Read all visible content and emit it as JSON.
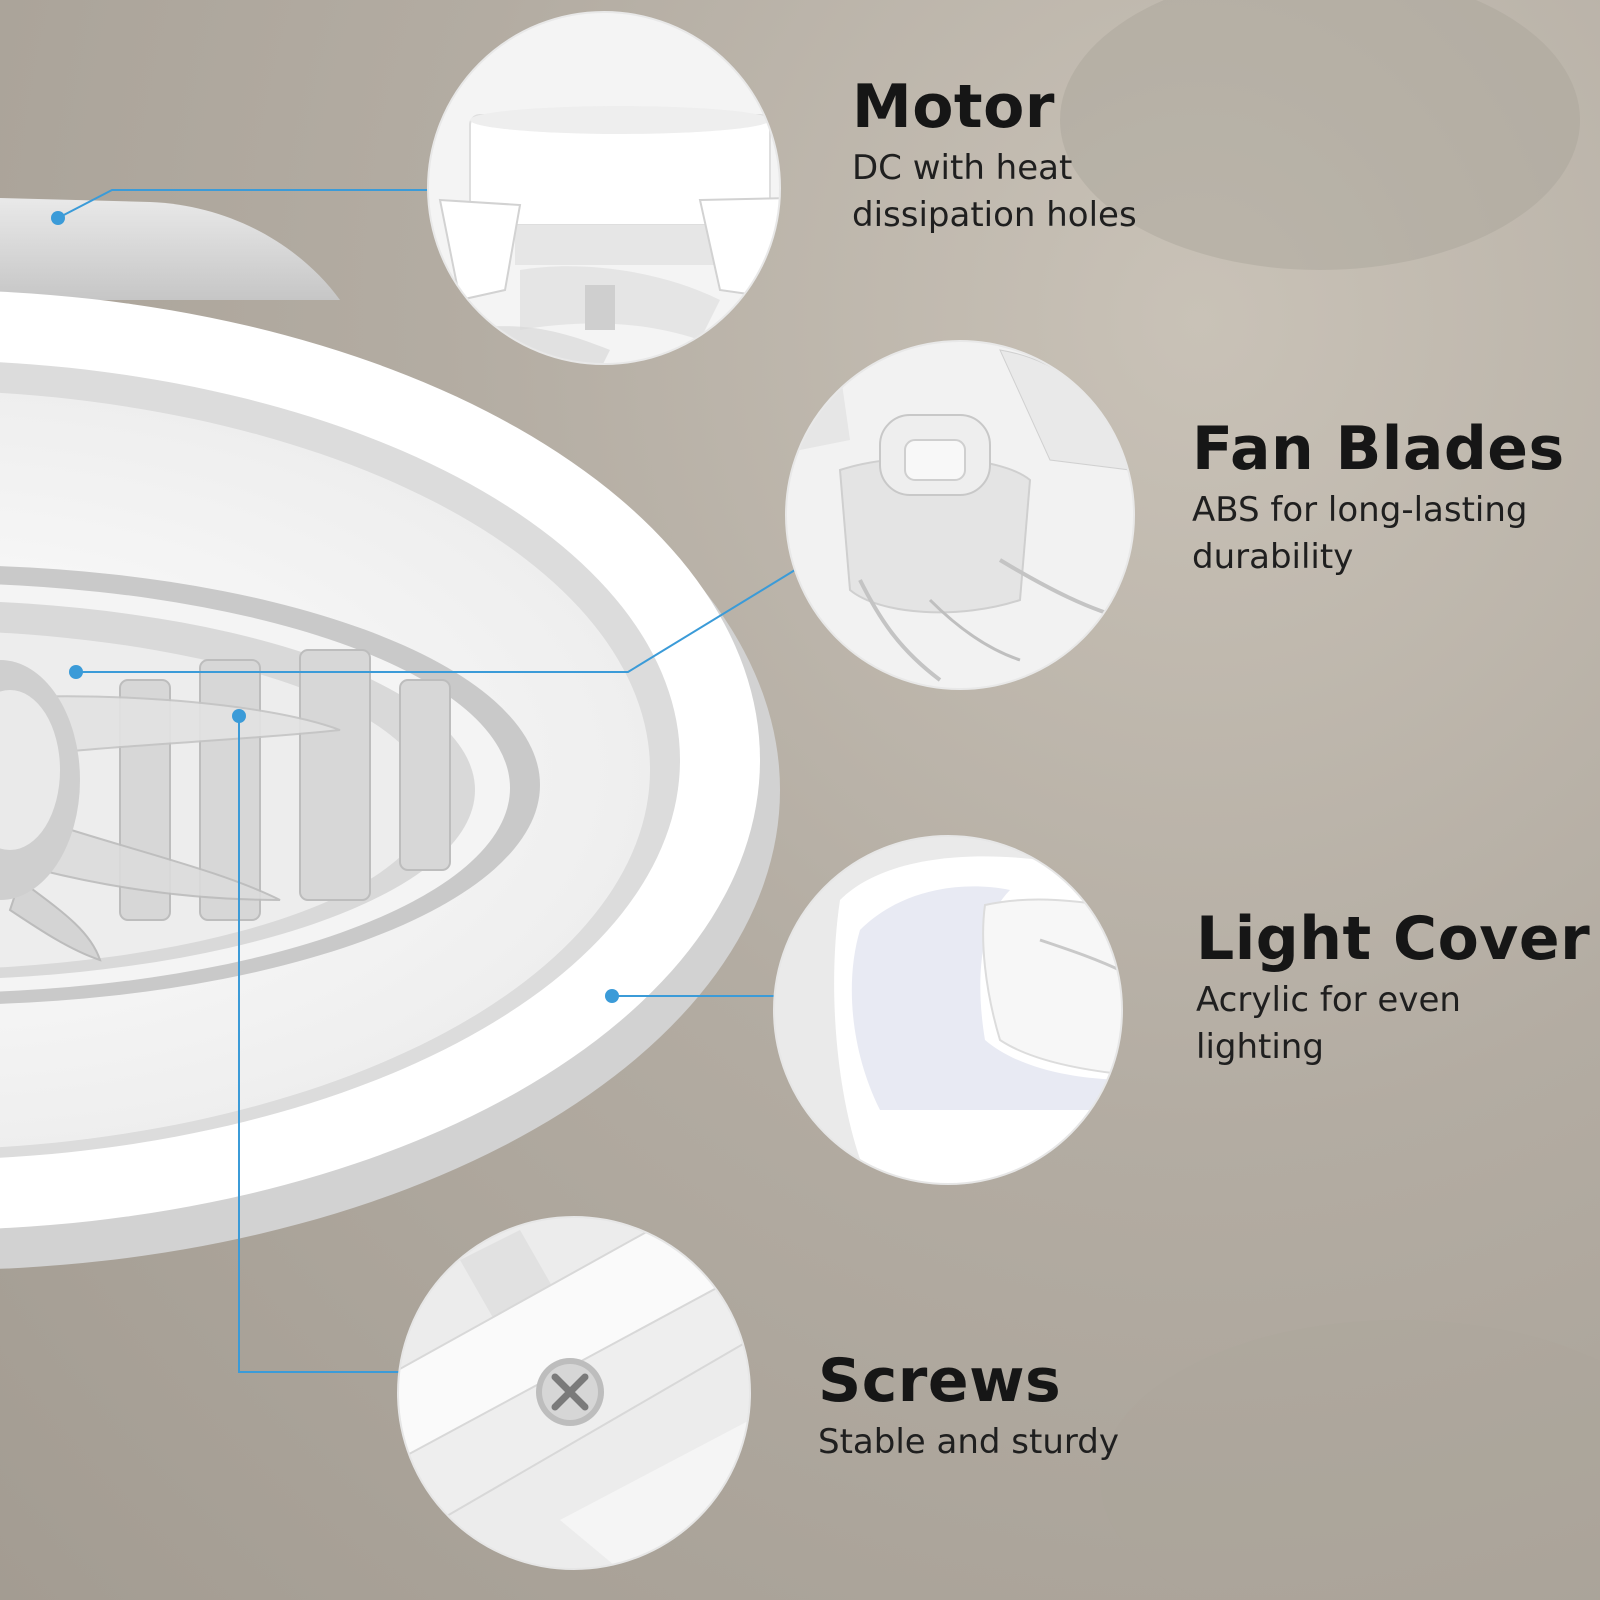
{
  "features": {
    "motor": {
      "title": "Motor",
      "desc_line1": "DC with heat",
      "desc_line2": "dissipation holes"
    },
    "fan_blades": {
      "title": "Fan Blades",
      "desc_line1": "ABS for long-lasting",
      "desc_line2": "durability"
    },
    "light_cover": {
      "title": "Light Cover",
      "desc_line1": "Acrylic for even",
      "desc_line2": "lighting"
    },
    "screws": {
      "title": "Screws",
      "desc_line1": "Stable and sturdy"
    }
  },
  "colors": {
    "callout_line": "#3b9bd8",
    "background": "#b3aca2",
    "text": "#161616"
  }
}
